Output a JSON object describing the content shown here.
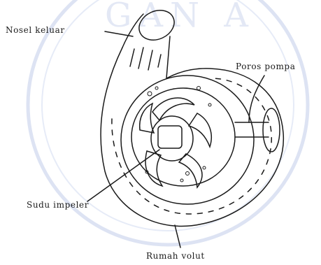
{
  "labels": {
    "outlet_nozzle": "Nosel keluar",
    "pump_shaft": "Poros pompa",
    "impeller_blades": "Sudu impeler",
    "volute_casing": "Rumah volut"
  },
  "colors": {
    "ink": "#1a1a1a",
    "background": "#ffffff",
    "watermark": "#dde3f3"
  }
}
